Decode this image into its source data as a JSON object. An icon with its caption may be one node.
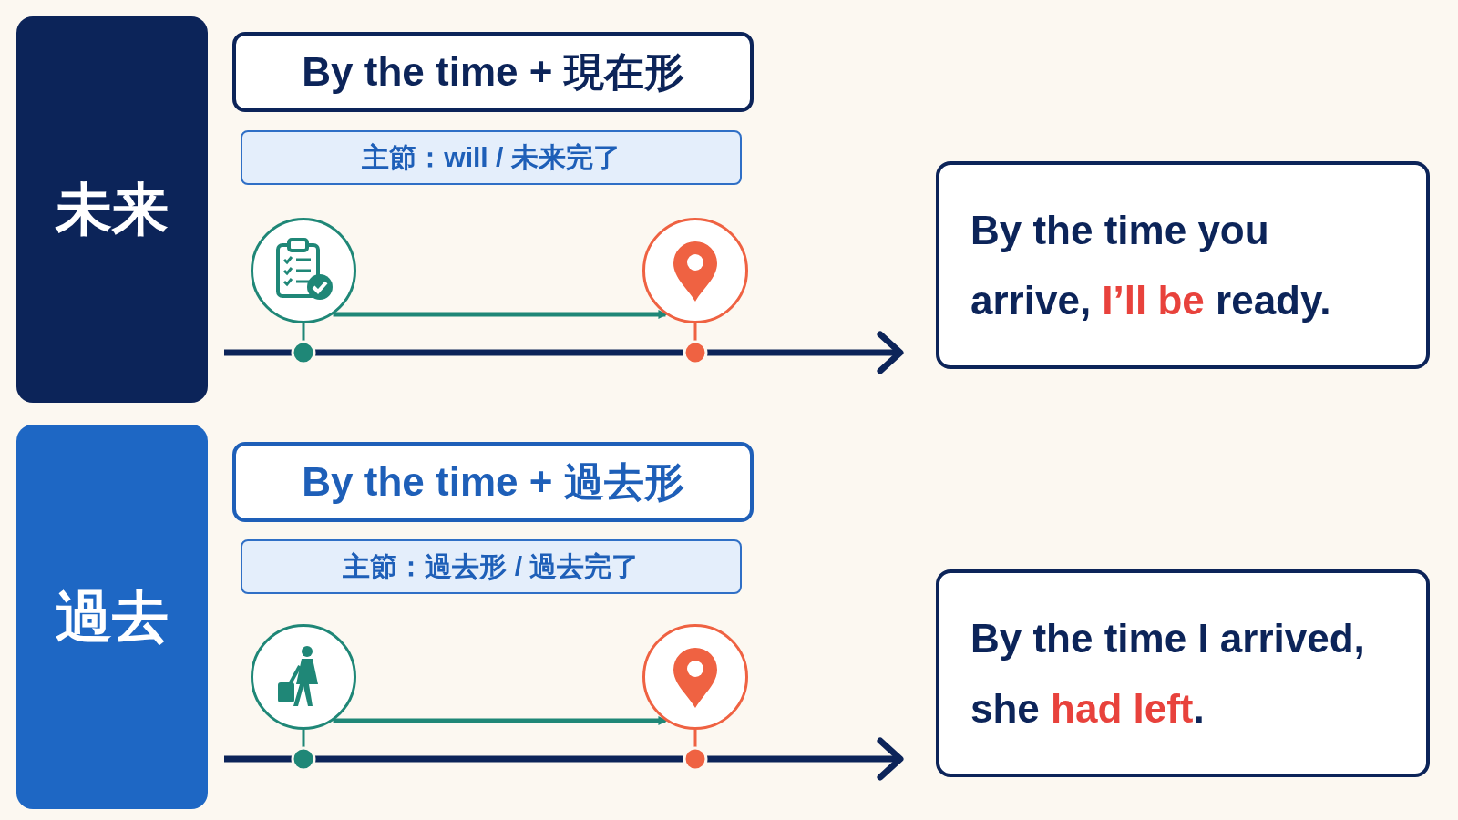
{
  "diagram": {
    "nodes": [
      {
        "text": [
          "未来"
        ]
      },
      {
        "text": [
          "By the time + 現在形"
        ]
      },
      {
        "text": [
          "主節：will / 未来完了"
        ]
      },
      {
        "text": [],
        "shape": "circle"
      },
      {
        "text": [],
        "shape": "circle"
      },
      {
        "text": [
          "By the time you arrive, **I’ll be** ready."
        ]
      },
      {
        "text": [
          "過去"
        ]
      },
      {
        "text": [
          "By the time + 過去形"
        ]
      },
      {
        "text": [
          "主節：過去形 / 過去完了"
        ]
      },
      {
        "text": [],
        "shape": "circle"
      },
      {
        "text": [],
        "shape": "circle"
      },
      {
        "text": [
          "By the time I arrived, she **had left**."
        ]
      }
    ],
    "edges": [
      {
        "from": 3,
        "to": 4,
        "arrow": "to"
      },
      {
        "from": 9,
        "to": 10,
        "arrow": "to"
      }
    ]
  }
}
